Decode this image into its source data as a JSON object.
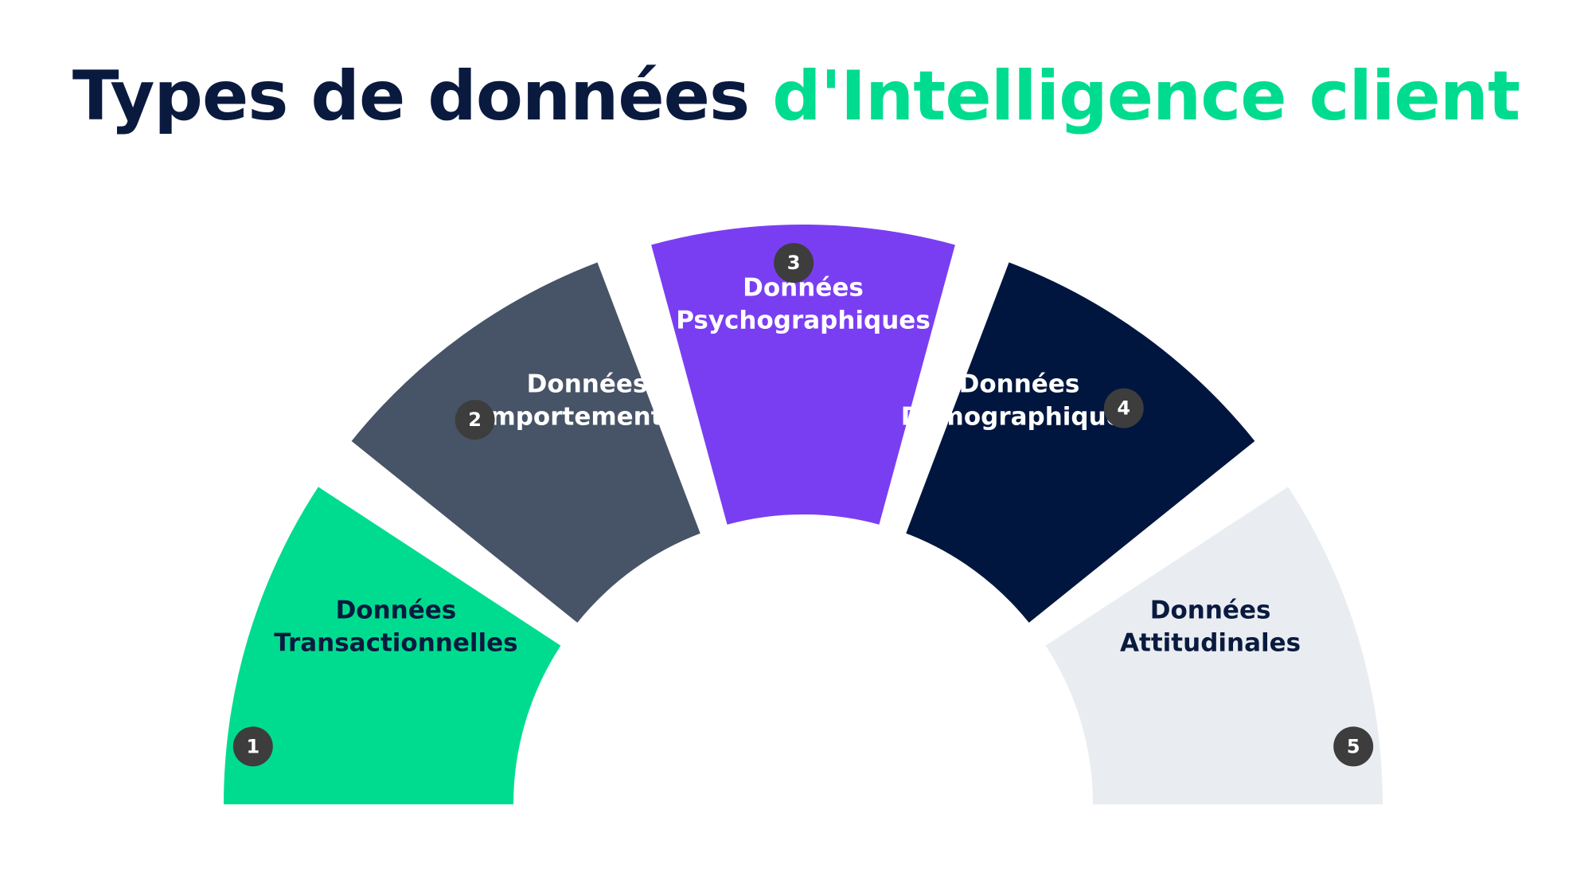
{
  "title": {
    "part1": "Types de données",
    "part2": "d'Intelligence client"
  },
  "colors": {
    "title_dark": "#0a1a3f",
    "title_accent": "#00dc8f",
    "badge": "#3d3d3d",
    "badge_text": "#ffffff"
  },
  "segments": [
    {
      "number": "1",
      "line1": "Données",
      "line2": "Transactionnelles",
      "fill": "#00dc8f",
      "text_color": "#0a1a3f"
    },
    {
      "number": "2",
      "line1": "Données",
      "line2": "Comportementales",
      "fill": "#475467",
      "text_color": "#ffffff"
    },
    {
      "number": "3",
      "line1": "Données",
      "line2": "Psychographiques",
      "fill": "#7a3ef2",
      "text_color": "#ffffff"
    },
    {
      "number": "4",
      "line1": "Données",
      "line2": "Démographiques",
      "fill": "#01163f",
      "text_color": "#ffffff"
    },
    {
      "number": "5",
      "line1": "Données",
      "line2": "Attitudinales",
      "fill": "#e9edf1",
      "text_color": "#0a1a3f"
    }
  ]
}
